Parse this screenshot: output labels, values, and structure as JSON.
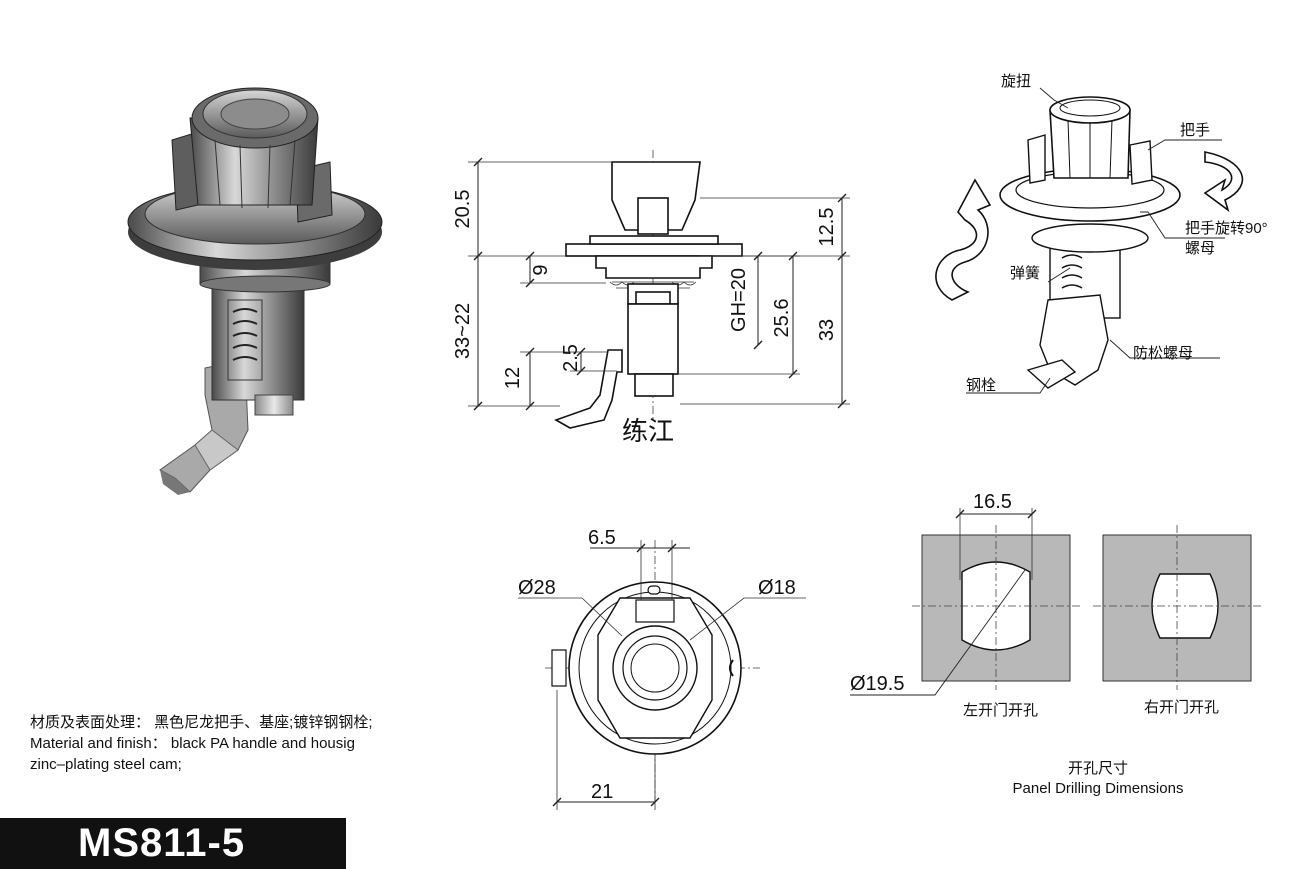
{
  "model": "MS811-5",
  "material": {
    "zh": "材质及表面处理：  黑色尼龙把手、基座;镀锌钢钢栓;",
    "en_line1": "Material and finish：  black PA handle and housig",
    "en_line2": "zinc–plating steel cam;"
  },
  "side_view": {
    "dims": {
      "d1": "20.5",
      "d2": "12.5",
      "d3": "9",
      "d4": "33~22",
      "d5": "GH=20",
      "d6": "25.6",
      "d7": "33",
      "d8": "2.5",
      "d9": "12"
    },
    "watermark": "练江"
  },
  "exploded": {
    "labels": {
      "knob": "旋扭",
      "handle": "把手",
      "rotate": "把手旋转90°",
      "nut": "螺母",
      "spring": "弹簧",
      "lock_nut": "防松螺母",
      "bolt": "钢栓"
    }
  },
  "top_view": {
    "dims": {
      "d1": "6.5",
      "d2": "Ø28",
      "d3": "Ø18",
      "d4": "21"
    }
  },
  "panel": {
    "dims": {
      "width": "16.5",
      "diameter": "Ø19.5"
    },
    "left_caption": "左开门开孔",
    "right_caption": "右开门开孔",
    "title_zh": "开孔尺寸",
    "title_en": "Panel Drilling Dimensions"
  },
  "colors": {
    "panel_fill": "#b8b8b8",
    "band": "#111111"
  }
}
